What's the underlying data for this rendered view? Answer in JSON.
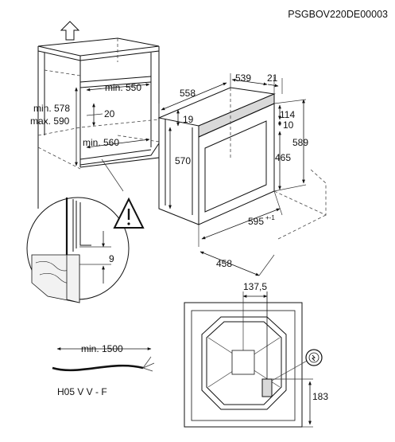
{
  "header": {
    "model_code": "PSGBOV220DE00003"
  },
  "cabinet": {
    "dim_550": "min. 550",
    "dim_578": "min. 578",
    "dim_590": "max. 590",
    "dim_20": "20",
    "dim_560": "min. 560"
  },
  "detail": {
    "dim_9": "9"
  },
  "oven": {
    "dim_558": "558",
    "dim_539": "539",
    "dim_21": "21",
    "dim_19": "19",
    "dim_114": "114",
    "dim_10": "10",
    "dim_570": "570",
    "dim_589": "589",
    "dim_465": "465",
    "dim_595": "595",
    "dim_595_tol": "+-1",
    "dim_458": "458"
  },
  "back": {
    "dim_137": "137,5",
    "dim_183": "183"
  },
  "cable": {
    "length": "min. 1500",
    "type": "H05 V V - F"
  },
  "icons": {
    "up_arrow": "arrow-up-icon",
    "warning": "warning-triangle-icon",
    "plug": "plug-icon"
  }
}
